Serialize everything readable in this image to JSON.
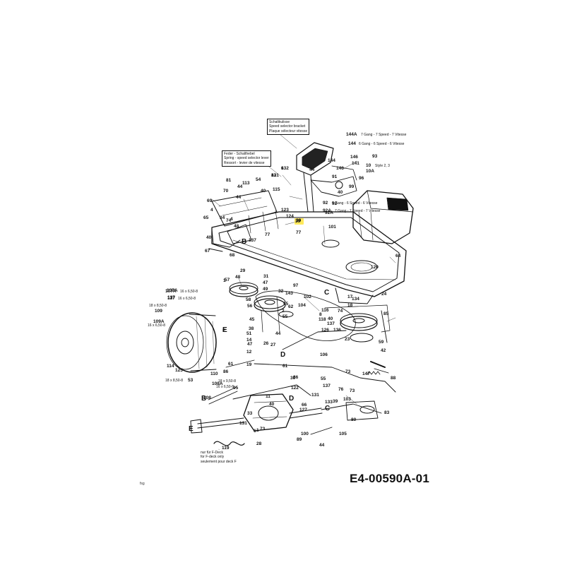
{
  "drawing_code": "E4-00590A-01",
  "corner_mark": "fsg",
  "highlighted_part": "39",
  "callouts": {
    "bracket": [
      "Schaltkulisse",
      "Speed selector bracket",
      "Plaque sélecteur vitesse"
    ],
    "spring": [
      "Feder - Schalthebel",
      "Spring - speed selector lever",
      "Ressort - levier de vitesse"
    ],
    "deck": [
      "nur für F-Deck",
      "for F-deck only",
      "seulement pour deck F"
    ]
  },
  "variants": {
    "v144A_num": "144A",
    "v144A_txt": "7 Gang - 7 Speed - 7 Vitesse",
    "v144_num": "144",
    "v144_txt": "6 Gang - 6 Speed - 6 Vitesse",
    "v92_num": "92",
    "v92_txt": "6 Gang - 6 Speed - 6 Vitesse",
    "v92A_num": "92A",
    "v92A_txt": "7 Gang - 7 Speed - 7 Vitesse",
    "style10": "Style 2, 3",
    "t107A_num": "107A",
    "t107A_txt": "16 x 6,50-8",
    "t137_num": "137",
    "t137_txt": "16 x 6,50-8",
    "t109_txt": "18 x 8,50-8",
    "t109A_txt": "16 x 6,50-8",
    "t108A_txt": "18 x 9,50-8",
    "t108_txt": "18 x 8,50-8",
    "t116_txt": "16 x 6,50-8"
  },
  "letters": [
    "B",
    "B",
    "C",
    "C",
    "D",
    "D",
    "E",
    "E"
  ],
  "parts": [
    "6",
    "121",
    "44",
    "140",
    "144",
    "146",
    "141",
    "93",
    "91",
    "10",
    "10A",
    "96",
    "99",
    "40",
    "92",
    "92A",
    "81",
    "113",
    "54",
    "70",
    "44",
    "44",
    "40",
    "115",
    "69",
    "4",
    "123",
    "124",
    "65",
    "34",
    "74",
    "39",
    "48",
    "4",
    "77",
    "77",
    "101",
    "40",
    "137",
    "67",
    "68",
    "64",
    "120",
    "1",
    "29",
    "48",
    "31",
    "47",
    "57",
    "49",
    "32",
    "56",
    "58",
    "97",
    "143",
    "102",
    "104",
    "62",
    "55",
    "2",
    "55",
    "8",
    "116",
    "118",
    "40",
    "137",
    "126",
    "24",
    "17",
    "18",
    "74",
    "134",
    "85",
    "136",
    "23",
    "59",
    "42",
    "107A",
    "137",
    "109",
    "109A",
    "E",
    "45",
    "38",
    "14",
    "51",
    "44",
    "47",
    "27",
    "26",
    "12",
    "19",
    "61",
    "61",
    "30",
    "55",
    "122",
    "114",
    "125",
    "106",
    "110",
    "53",
    "108A",
    "108",
    "86",
    "95",
    "11",
    "40",
    "66",
    "127",
    "131",
    "131",
    "6",
    "33",
    "73",
    "28",
    "1",
    "119",
    "73",
    "147",
    "88",
    "76",
    "73",
    "39",
    "103",
    "80",
    "83",
    "100",
    "105",
    "44",
    "89",
    "86",
    "137",
    "133",
    "132",
    "83"
  ]
}
